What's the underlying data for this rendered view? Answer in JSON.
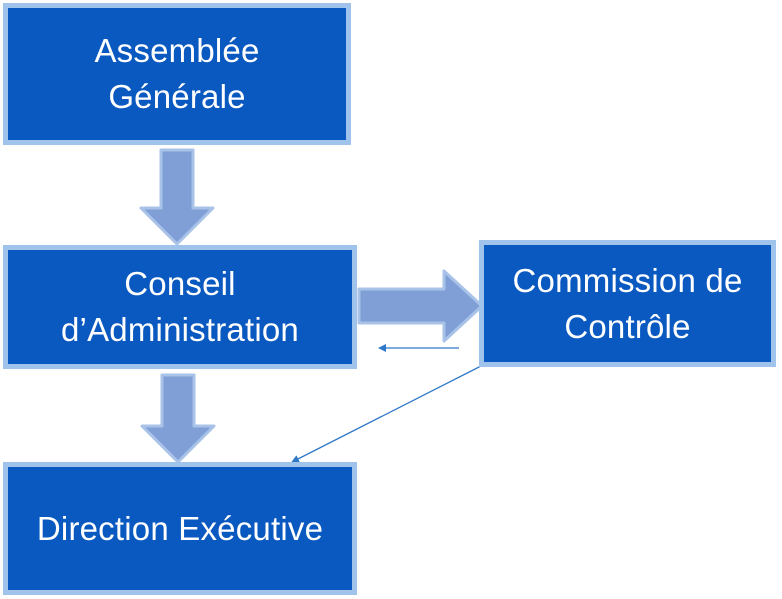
{
  "diagram": {
    "nodes": [
      {
        "id": "assemblee",
        "lines": [
          "Assemblée",
          "Générale"
        ]
      },
      {
        "id": "conseil",
        "lines": [
          "Conseil",
          "d’Administration"
        ]
      },
      {
        "id": "commission",
        "lines": [
          "Commission de",
          "Contrôle"
        ]
      },
      {
        "id": "direction",
        "lines": [
          "Direction Exécutive"
        ]
      }
    ],
    "edges": [
      {
        "from": "assemblee",
        "to": "conseil",
        "style": "block-arrow"
      },
      {
        "from": "conseil",
        "to": "commission",
        "style": "block-arrow"
      },
      {
        "from": "commission",
        "to": "conseil",
        "style": "thin-arrow"
      },
      {
        "from": "conseil",
        "to": "direction",
        "style": "block-arrow"
      },
      {
        "from": "commission",
        "to": "direction",
        "style": "thin-arrow"
      }
    ],
    "colors": {
      "box_fill": "#0a59c0",
      "box_border": "#9fc3ea",
      "block_arrow_fill": "#7f9fd6",
      "block_arrow_stroke": "#a9c2e8",
      "thin_arrow": "#2f78c8",
      "text": "#ffffff"
    }
  }
}
